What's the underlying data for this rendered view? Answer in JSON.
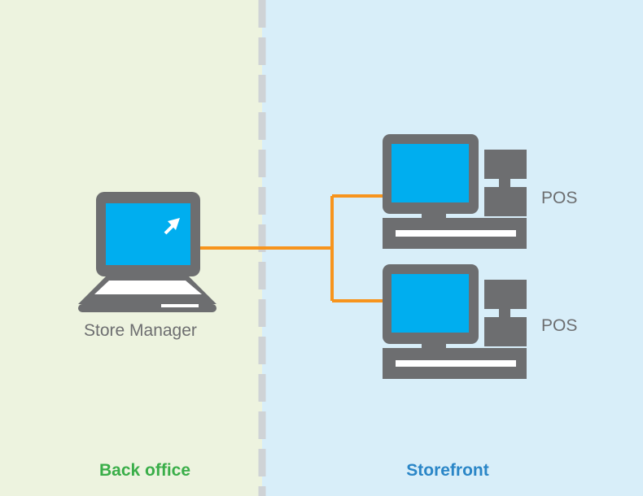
{
  "zones": {
    "back_office": {
      "label": "Back office",
      "color": "#3aae49"
    },
    "storefront": {
      "label": "Storefront",
      "color": "#2a86c7"
    }
  },
  "nodes": {
    "manager": {
      "label": "Store Manager",
      "icon": "laptop-icon"
    },
    "pos_top": {
      "label": "POS",
      "icon": "pos-terminal-icon"
    },
    "pos_bottom": {
      "label": "POS",
      "icon": "pos-terminal-icon"
    }
  },
  "colors": {
    "device_body": "#6d6e70",
    "screen": "#00aeef",
    "connector": "#f7941d",
    "divider": "#cfd3d6"
  }
}
